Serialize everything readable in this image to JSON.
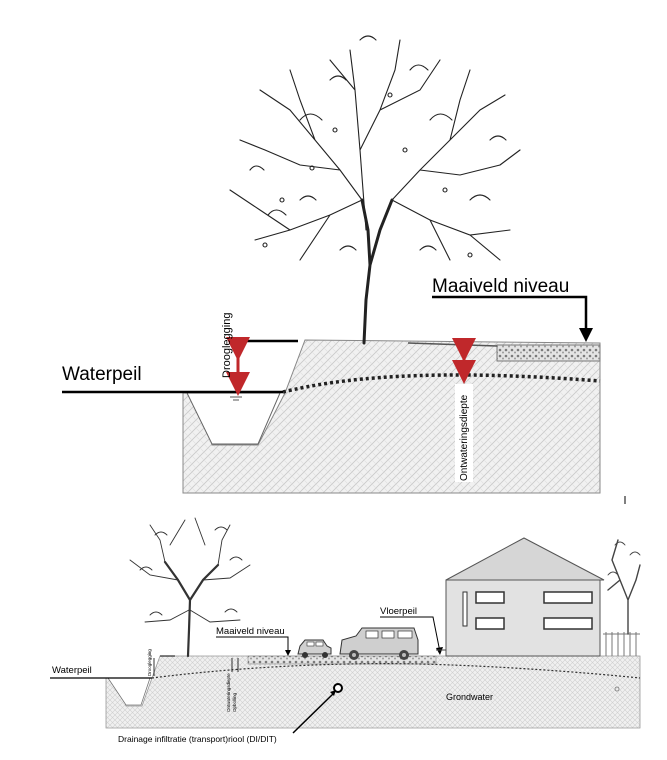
{
  "top": {
    "maaiveld_label": "Maaiveld niveau",
    "waterpeil_label": "Waterpeil",
    "drooglegging_label": "Drooglegging",
    "ontwatering_label": "Ontwateringsdiepte",
    "arrow_color": "#c0282b"
  },
  "bottom": {
    "maaiveld_label": "Maaiveld niveau",
    "vloerpeil_label": "Vloerpeil",
    "waterpeil_label": "Waterpeil",
    "grondwater_label": "Grondwater",
    "drooglegging_label": "Drooglegging",
    "ontwatering_label": "Ontwateringsdiepte",
    "opbolling_label": "Opbolling",
    "drainage_label": "Drainage infiltratie (transport)riool (DI/DIT)"
  },
  "icons": [
    "tree-icon",
    "house-icon",
    "car-icon",
    "van-icon",
    "pipe-icon"
  ]
}
